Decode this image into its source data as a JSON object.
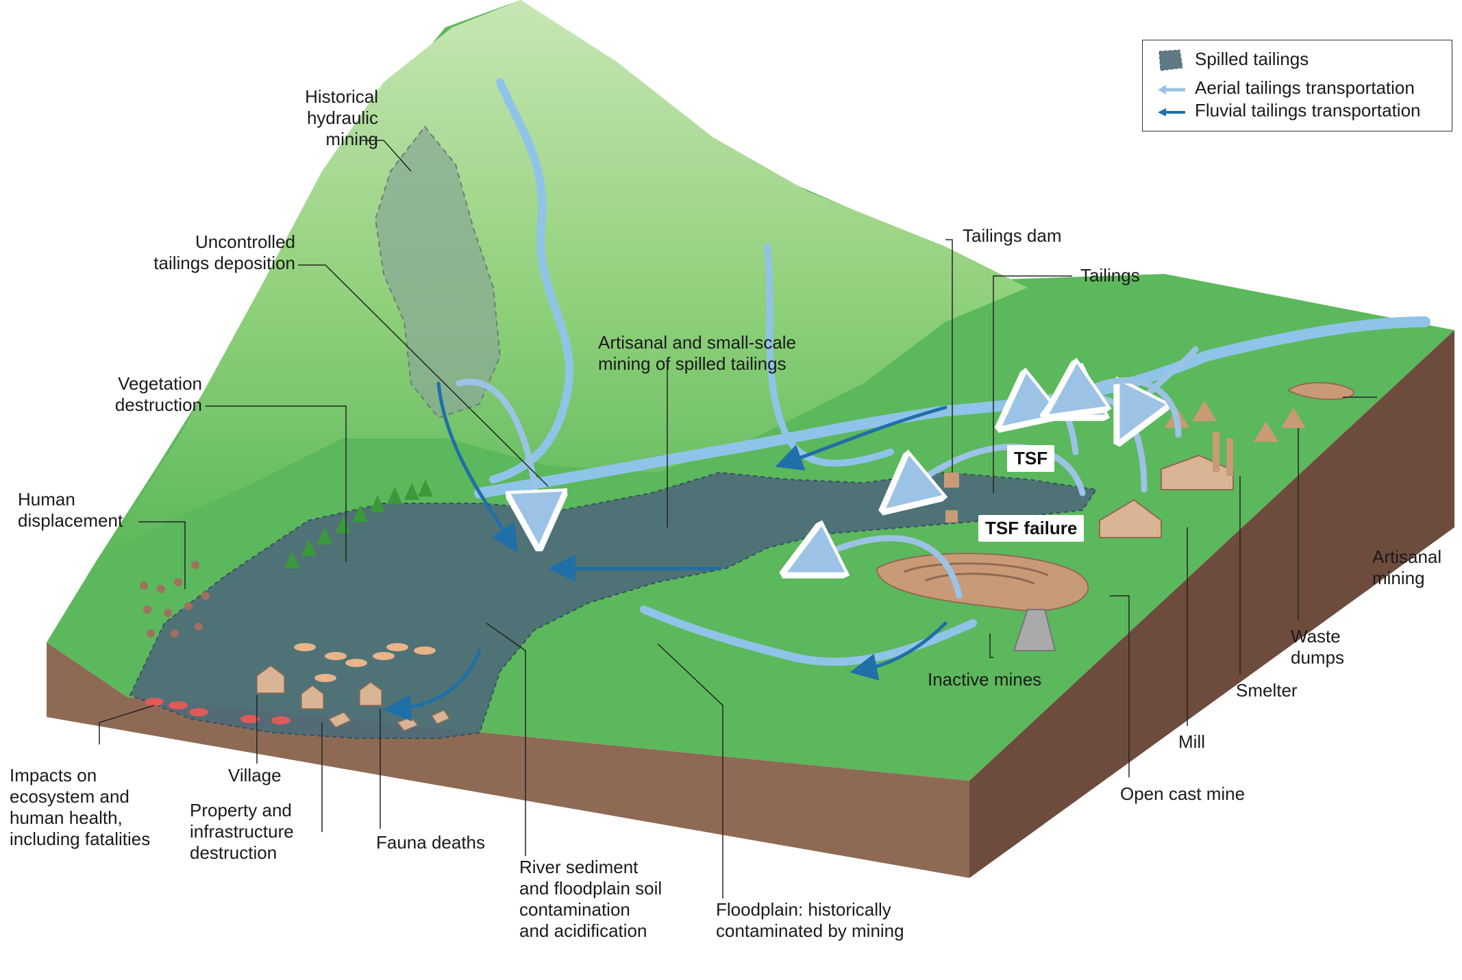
{
  "legend": {
    "spilled": "Spilled tailings",
    "aerial": "Aerial tailings transportation",
    "fluvial": "Fluvial tailings transportation"
  },
  "callouts": {
    "tsf": "TSF",
    "tsf_failure": "TSF failure"
  },
  "labels": {
    "historical_hydraulic_mining": "Historical\nhydraulic\nmining",
    "uncontrolled_tailings": "Uncontrolled\ntailings deposition",
    "vegetation_destruction": "Vegetation\ndestruction",
    "human_displacement": "Human\ndisplacement",
    "artisanal_small_scale": "Artisanal and small-scale\nmining of spilled tailings",
    "tailings_dam": "Tailings dam",
    "tailings": "Tailings",
    "artisanal_mining": "Artisanal\nmining",
    "waste_dumps": "Waste\ndumps",
    "smelter": "Smelter",
    "mill": "Mill",
    "open_cast_mine": "Open cast mine",
    "inactive_mines": "Inactive mines",
    "impacts_ecosystem": "Impacts on\necosystem and\nhuman health,\nincluding fatalities",
    "village": "Village",
    "property_destruction": "Property and\ninfrastructure\ndestruction",
    "fauna_deaths": "Fauna deaths",
    "river_sediment": "River sediment\nand floodplain soil\ncontamination\nand acidification",
    "floodplain": "Floodplain: historically\ncontaminated by mining"
  },
  "colors": {
    "spilled_tailings": "#4e6b78",
    "aerial_arrow": "#9cc3e6",
    "fluvial_arrow": "#1f6fa8",
    "river": "#8fc4e8",
    "grass": "#5cb85c",
    "soil": "#8e6a55"
  }
}
